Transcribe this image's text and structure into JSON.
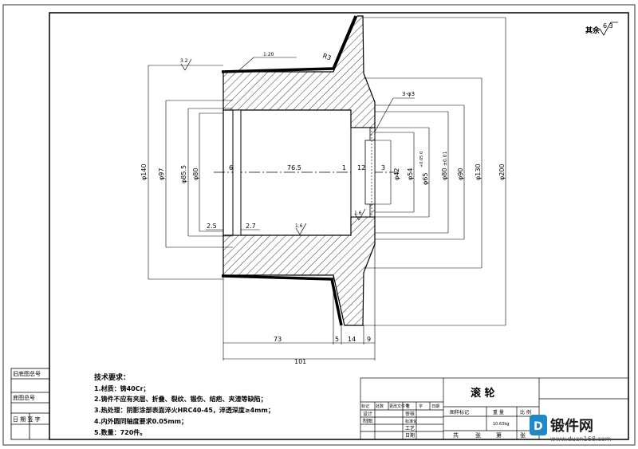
{
  "corner_roughness": {
    "label": "其余",
    "value": "6.3"
  },
  "roughness": {
    "r1": "3.2",
    "r2": "1.6",
    "r3": "1.6"
  },
  "notes_left": {
    "taper": "1:20",
    "radius": "R3",
    "holes": "3-φ3"
  },
  "dims_horizontal": {
    "a6": "6",
    "a76_5": "76.5",
    "a1": "1",
    "a12": "12",
    "a3": "3",
    "a2_5": "2.5",
    "a2_7": "2.7",
    "a73": "73",
    "a5": "5",
    "a14": "14",
    "a9": "9",
    "a101": "101"
  },
  "dims_vertical": {
    "d140": "φ140",
    "d97": "φ97",
    "d85_5": "φ85.5",
    "d80": "φ80",
    "d42": "φ42",
    "d54": "φ54",
    "d65": "φ65",
    "d65_tol": "+0.05 0",
    "d80b": "φ80",
    "d80b_tol": "±0.01",
    "d90": "φ90",
    "d130": "φ130",
    "d200": "φ200"
  },
  "tech": {
    "title": "技术要求：",
    "items": [
      "1.材质：铸40Cr；",
      "2.铸件不应有夹层、折叠、裂纹、锻伤、结疤、夹渣等缺陷；",
      "3.热处理：阴影涂部表面淬火HRC40-45，淬透深度≥4mm；",
      "4.内外圆同轴度要求0.05mm；",
      "5.数量：720件。"
    ]
  },
  "left_table": {
    "r1": "旧底图总号",
    "r2": "底图总号",
    "r3": "日 期 签 字"
  },
  "title_block": {
    "part_name": "滚  轮",
    "sig": [
      "标记",
      "处数",
      "更改文件号",
      "签",
      "字",
      "日期"
    ],
    "roles": [
      "设计",
      "制图",
      "",
      "",
      "",
      "日期"
    ],
    "roles2": [
      "审核",
      "标准化",
      "工艺",
      "",
      "",
      ""
    ],
    "cols": [
      "图样标记",
      "重  量",
      "比 例"
    ],
    "weight": "10.63kg",
    "sheet": [
      "共",
      "张",
      "第",
      "张"
    ]
  },
  "watermark": {
    "name": "锻件网",
    "url": "www.duan168.com"
  }
}
